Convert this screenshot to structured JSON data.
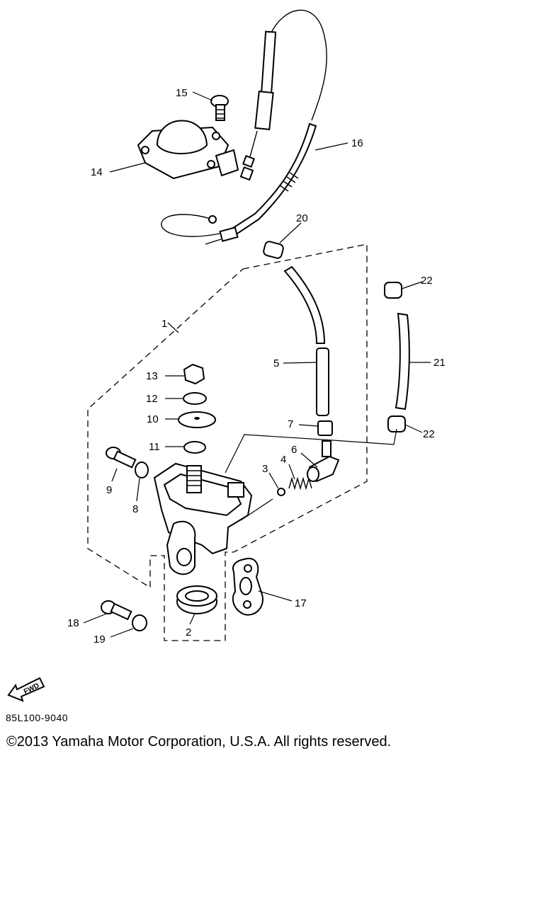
{
  "callouts": [
    {
      "id": "1",
      "label": "1"
    },
    {
      "id": "2",
      "label": "2"
    },
    {
      "id": "3",
      "label": "3"
    },
    {
      "id": "4",
      "label": "4"
    },
    {
      "id": "5",
      "label": "5"
    },
    {
      "id": "6",
      "label": "6"
    },
    {
      "id": "7",
      "label": "7"
    },
    {
      "id": "8",
      "label": "8"
    },
    {
      "id": "9",
      "label": "9"
    },
    {
      "id": "10",
      "label": "10"
    },
    {
      "id": "11",
      "label": "11"
    },
    {
      "id": "12",
      "label": "12"
    },
    {
      "id": "13",
      "label": "13"
    },
    {
      "id": "14",
      "label": "14"
    },
    {
      "id": "15",
      "label": "15"
    },
    {
      "id": "16",
      "label": "16"
    },
    {
      "id": "17",
      "label": "17"
    },
    {
      "id": "18",
      "label": "18"
    },
    {
      "id": "19",
      "label": "19"
    },
    {
      "id": "20",
      "label": "20"
    },
    {
      "id": "21",
      "label": "21"
    },
    {
      "id": "22a",
      "label": "22"
    },
    {
      "id": "22b",
      "label": "22"
    }
  ],
  "fwd_label": "FWD",
  "part_code": "85L100-9040",
  "copyright": "©2013 Yamaha Motor Corporation, U.S.A. All rights reserved."
}
